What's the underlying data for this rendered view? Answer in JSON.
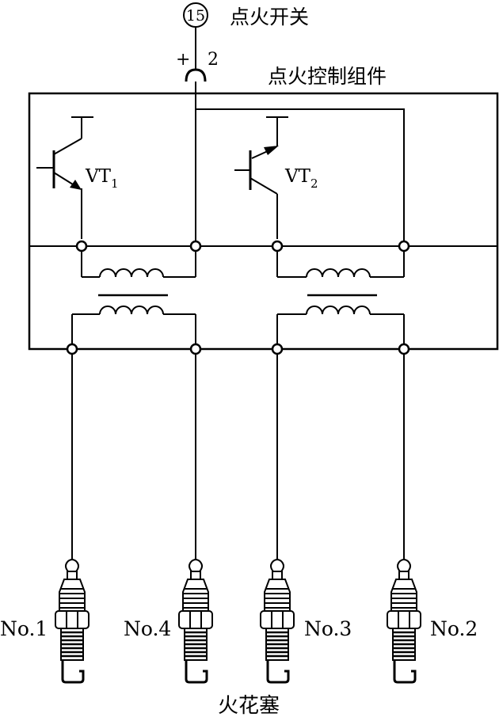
{
  "header": {
    "terminal_number": "15",
    "switch_label": "点火开关",
    "plus_sign": "+",
    "terminal_pin": "2",
    "module_label": "点火控制组件"
  },
  "transistors": [
    {
      "label": "VT",
      "subscript": "1"
    },
    {
      "label": "VT",
      "subscript": "2"
    }
  ],
  "plugs": [
    {
      "label": "No.1"
    },
    {
      "label": "No.4"
    },
    {
      "label": "No.3"
    },
    {
      "label": "No.2"
    }
  ],
  "footer": {
    "caption": "火花塞"
  },
  "colors": {
    "line": "#000000",
    "background": "#ffffff"
  }
}
